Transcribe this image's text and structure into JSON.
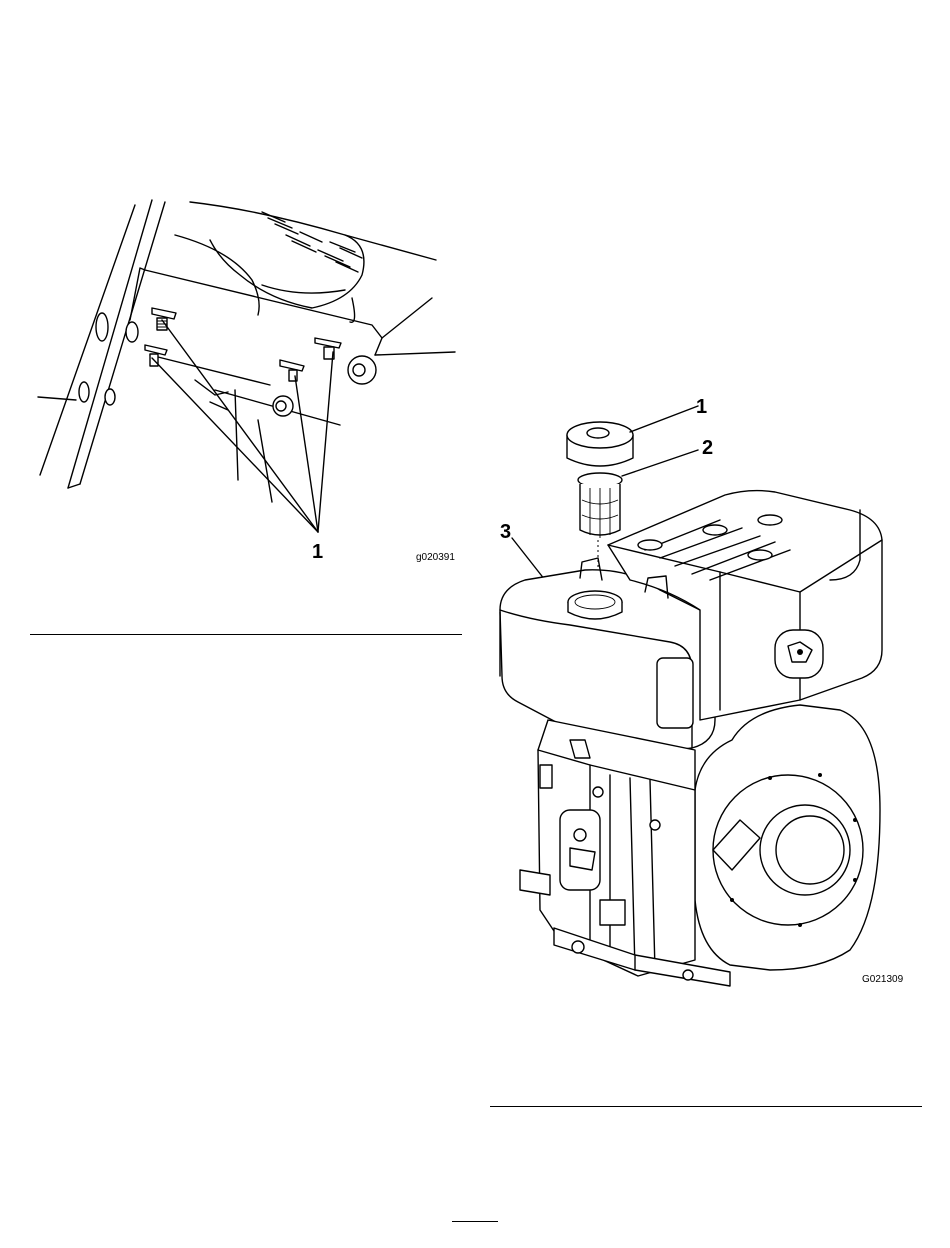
{
  "figure_left": {
    "callout_1": "1",
    "figure_id": "g020391"
  },
  "figure_right": {
    "callout_1": "1",
    "callout_2": "2",
    "callout_3": "3",
    "figure_id": "G021309"
  }
}
